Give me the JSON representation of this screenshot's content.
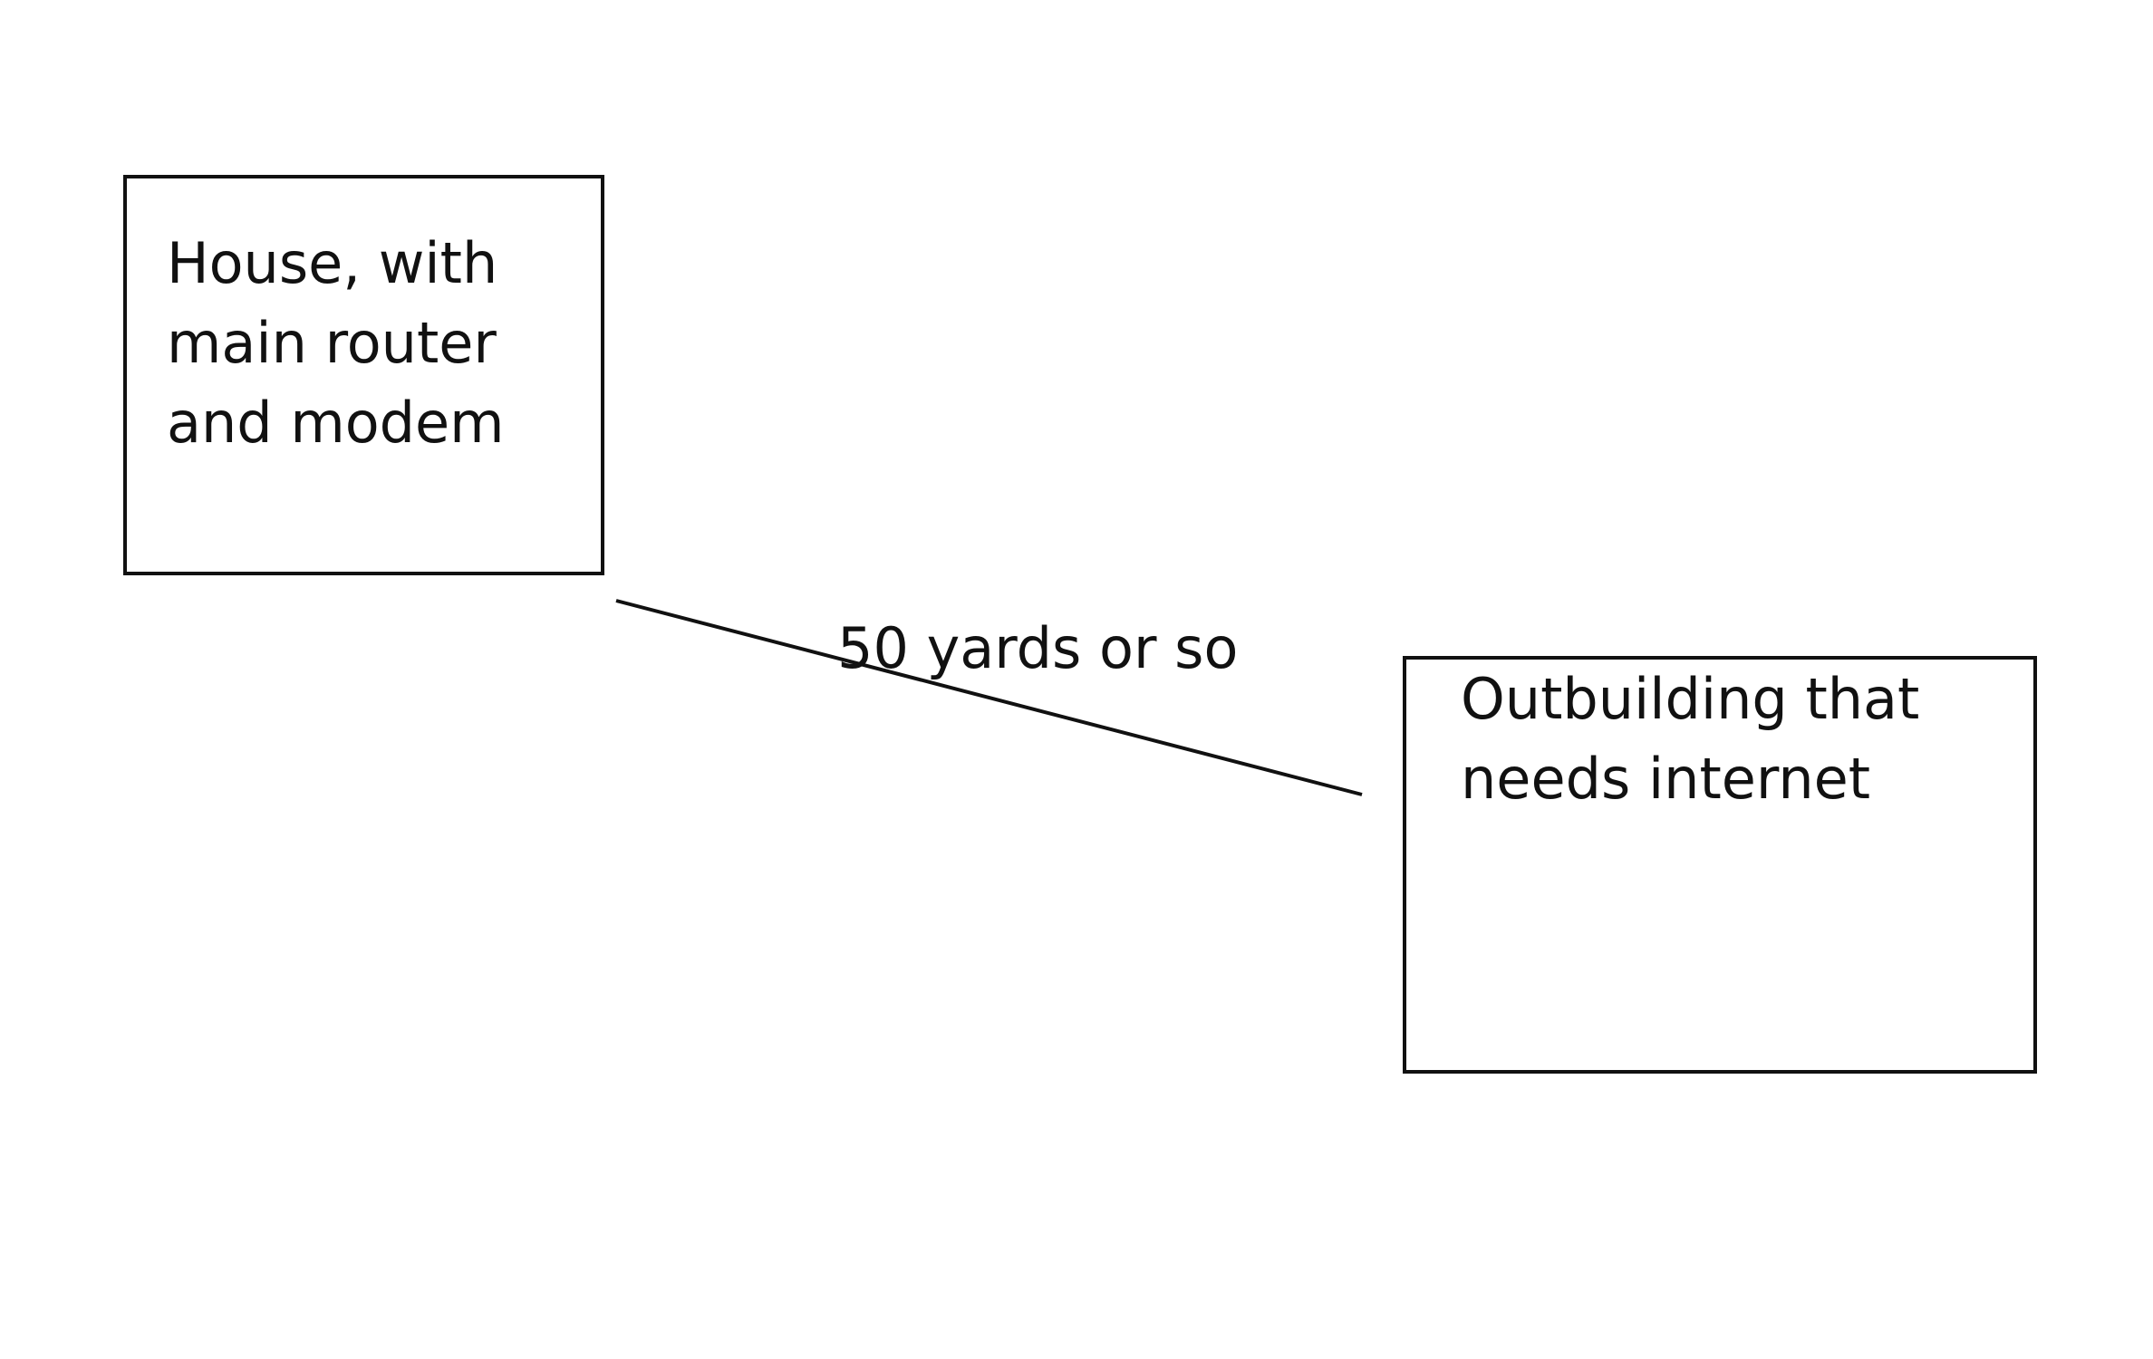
{
  "diagram": {
    "nodes": [
      {
        "id": "house",
        "label": "House, with\nmain router\nand modem"
      },
      {
        "id": "outbuilding",
        "label": "Outbuilding that\nneeds internet"
      }
    ],
    "edges": [
      {
        "from": "house",
        "to": "outbuilding",
        "label": "50 yards or so"
      }
    ]
  }
}
